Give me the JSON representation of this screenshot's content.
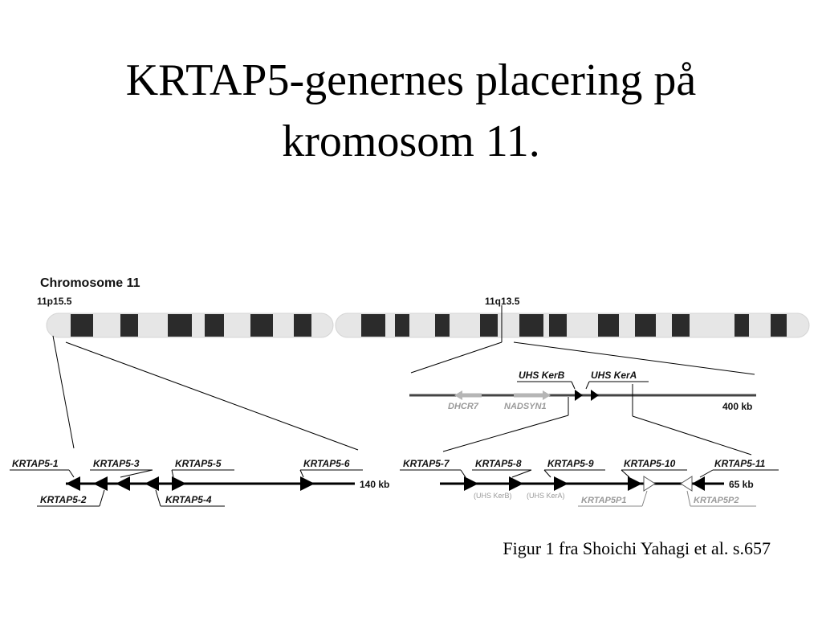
{
  "title": {
    "line1": "KRTAP5-genernes placering på",
    "line2": "kromosom 11."
  },
  "caption": "Figur 1 fra Shoichi Yahagi et al. s.657",
  "figure": {
    "chromosome_label": "Chromosome 11",
    "band_left": "11p15.5",
    "band_right": "11q13.5",
    "region_top": {
      "scale": "400 kb",
      "labels": [
        "UHS KerB",
        "UHS KerA"
      ],
      "grey_genes": [
        "DHCR7",
        "NADSYN1"
      ]
    },
    "region_left": {
      "scale": "140 kb",
      "genes_top": [
        "KRTAP5-1",
        "KRTAP5-3",
        "KRTAP5-5",
        "KRTAP5-6"
      ],
      "genes_bottom": [
        "KRTAP5-2",
        "KRTAP5-4"
      ]
    },
    "region_right": {
      "scale": "65 kb",
      "genes_top": [
        "KRTAP5-7",
        "KRTAP5-8",
        "KRTAP5-9",
        "KRTAP5-10",
        "KRTAP5-11"
      ],
      "grey_small": [
        "(UHS KerB)",
        "(UHS KerA)"
      ],
      "pseudogenes": [
        "KRTAP5P1",
        "KRTAP5P2"
      ]
    },
    "colors": {
      "band": "#2b2b2b",
      "chromosome_body": "#e6e6e6",
      "grey_text": "#9a9a9a"
    }
  }
}
